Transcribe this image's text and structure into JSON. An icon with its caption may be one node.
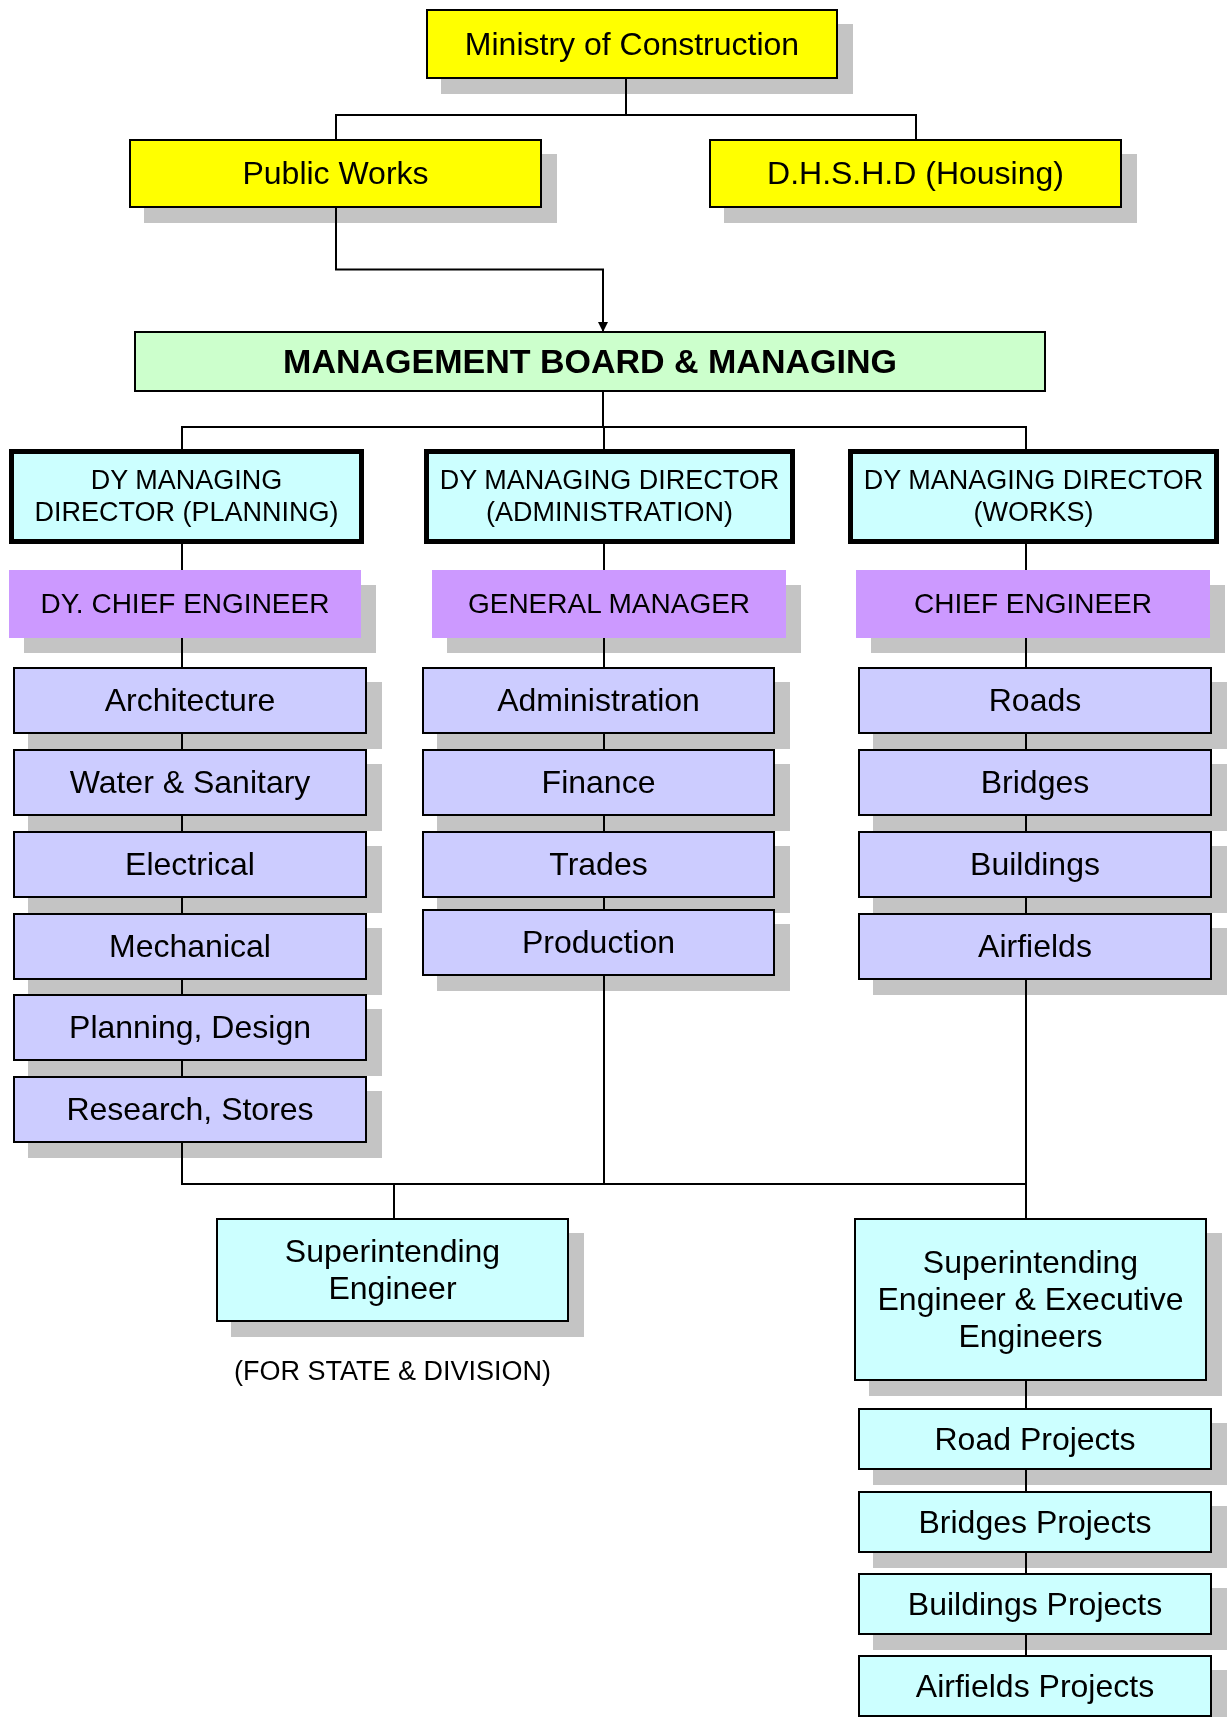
{
  "diagram": {
    "nodes": [
      {
        "text": [
          "Ministry of Construction"
        ]
      },
      {
        "text": [
          "Public Works"
        ]
      },
      {
        "text": [
          "D.H.S.H.D (Housing)"
        ]
      },
      {
        "text": [
          "MANAGEMENT BOARD & MANAGING"
        ]
      },
      {
        "text": [
          "DY MANAGING DIRECTOR (PLANNING)"
        ]
      },
      {
        "text": [
          "DY MANAGING DIRECTOR (ADMINISTRATION)"
        ]
      },
      {
        "text": [
          "DY MANAGING DIRECTOR (WORKS)"
        ]
      },
      {
        "text": [
          "DY. CHIEF ENGINEER"
        ]
      },
      {
        "text": [
          "GENERAL MANAGER"
        ]
      },
      {
        "text": [
          "CHIEF ENGINEER"
        ]
      },
      {
        "text": [
          "Architecture"
        ]
      },
      {
        "text": [
          "Water & Sanitary"
        ]
      },
      {
        "text": [
          "Electrical"
        ]
      },
      {
        "text": [
          "Mechanical"
        ]
      },
      {
        "text": [
          "Planning, Design"
        ]
      },
      {
        "text": [
          "Research, Stores"
        ]
      },
      {
        "text": [
          "Administration"
        ]
      },
      {
        "text": [
          "Finance"
        ]
      },
      {
        "text": [
          "Trades"
        ]
      },
      {
        "text": [
          "Production"
        ]
      },
      {
        "text": [
          "Roads"
        ]
      },
      {
        "text": [
          "Bridges"
        ]
      },
      {
        "text": [
          "Buildings"
        ]
      },
      {
        "text": [
          "Airfields"
        ]
      },
      {
        "text": [
          "Superintending Engineer"
        ],
        "beside": [
          "(FOR STATE & DIVISION)"
        ]
      },
      {
        "text": [
          "Superintending Engineer & Executive Engineers"
        ]
      },
      {
        "text": [
          "Road Projects"
        ]
      },
      {
        "text": [
          "Bridges Projects"
        ]
      },
      {
        "text": [
          "Buildings Projects"
        ]
      },
      {
        "text": [
          "Airfields Projects"
        ]
      }
    ],
    "edges": [
      {
        "from": 0,
        "to": 1,
        "arrow": "none"
      },
      {
        "from": 0,
        "to": 2,
        "arrow": "none"
      },
      {
        "from": 1,
        "to": 3,
        "arrow": "to"
      },
      {
        "from": 3,
        "to": 4,
        "arrow": "none"
      },
      {
        "from": 3,
        "to": 5,
        "arrow": "none"
      },
      {
        "from": 3,
        "to": 6,
        "arrow": "none"
      },
      {
        "from": 4,
        "to": 7,
        "arrow": "none"
      },
      {
        "from": 5,
        "to": 8,
        "arrow": "none"
      },
      {
        "from": 6,
        "to": 9,
        "arrow": "none"
      },
      {
        "from": 7,
        "to": 10,
        "arrow": "none"
      },
      {
        "from": 10,
        "to": 11,
        "arrow": "none"
      },
      {
        "from": 11,
        "to": 12,
        "arrow": "none"
      },
      {
        "from": 12,
        "to": 13,
        "arrow": "none"
      },
      {
        "from": 13,
        "to": 14,
        "arrow": "none"
      },
      {
        "from": 14,
        "to": 15,
        "arrow": "none"
      },
      {
        "from": 8,
        "to": 16,
        "arrow": "none"
      },
      {
        "from": 16,
        "to": 17,
        "arrow": "none"
      },
      {
        "from": 17,
        "to": 18,
        "arrow": "none"
      },
      {
        "from": 18,
        "to": 19,
        "arrow": "none"
      },
      {
        "from": 9,
        "to": 20,
        "arrow": "none"
      },
      {
        "from": 20,
        "to": 21,
        "arrow": "none"
      },
      {
        "from": 21,
        "to": 22,
        "arrow": "none"
      },
      {
        "from": 22,
        "to": 23,
        "arrow": "none"
      },
      {
        "from": 15,
        "to": 24,
        "arrow": "none"
      },
      {
        "from": 19,
        "to": 24,
        "arrow": "none"
      },
      {
        "from": 23,
        "to": 25,
        "arrow": "none"
      },
      {
        "from": 19,
        "to": 25,
        "arrow": "none"
      },
      {
        "from": 25,
        "to": 26,
        "arrow": "none"
      },
      {
        "from": 26,
        "to": 27,
        "arrow": "none"
      },
      {
        "from": 27,
        "to": 28,
        "arrow": "none"
      },
      {
        "from": 28,
        "to": 29,
        "arrow": "none"
      }
    ]
  }
}
